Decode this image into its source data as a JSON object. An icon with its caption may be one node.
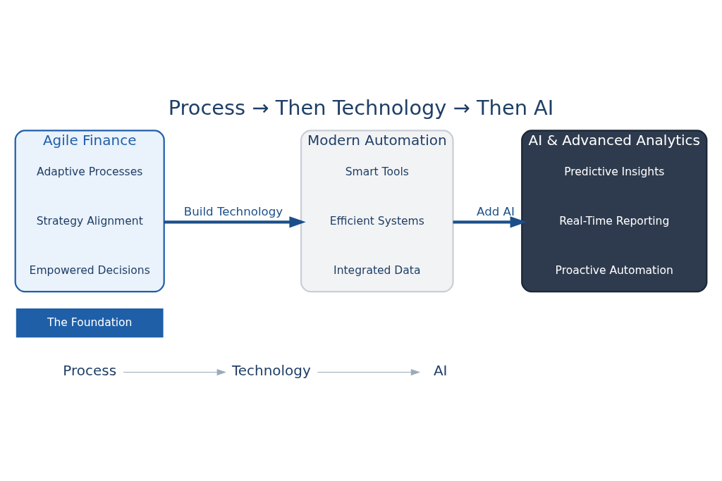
{
  "diagram": {
    "title": "Process → Then Technology → Then AI",
    "nodes": [
      {
        "text": [
          "Agile Finance"
        ]
      },
      {
        "text": [
          "Adaptive Processes"
        ],
        "in": 0
      },
      {
        "text": [
          "Strategy Alignment"
        ],
        "in": 0
      },
      {
        "text": [
          "Empowered Decisions"
        ],
        "in": 0
      },
      {
        "text": [
          "The Foundation"
        ]
      },
      {
        "text": [
          "Modern Automation"
        ]
      },
      {
        "text": [
          "Smart Tools"
        ],
        "in": 5
      },
      {
        "text": [
          "Efficient Systems"
        ],
        "in": 5
      },
      {
        "text": [
          "Integrated Data"
        ],
        "in": 5
      },
      {
        "text": [
          "AI & Advanced Analytics"
        ]
      },
      {
        "text": [
          "Predictive Insights"
        ],
        "in": 9
      },
      {
        "text": [
          "Real-Time Reporting"
        ],
        "in": 9
      },
      {
        "text": [
          "Proactive Automation"
        ],
        "in": 9
      },
      {
        "text": [
          "Process"
        ]
      },
      {
        "text": [
          "Technology"
        ]
      },
      {
        "text": [
          "AI"
        ]
      }
    ],
    "edges": [
      {
        "from": 0,
        "to": 5,
        "arrow": "to",
        "label": "Build Technology",
        "style": "thick",
        "color": "#1b4f8a"
      },
      {
        "from": 5,
        "to": 9,
        "arrow": "to",
        "label": "Add AI",
        "style": "thick",
        "color": "#1b4f8a"
      },
      {
        "from": 13,
        "to": 14,
        "arrow": "to",
        "color": "#9aaabb"
      },
      {
        "from": 14,
        "to": 15,
        "arrow": "to",
        "color": "#9aaabb"
      }
    ]
  }
}
